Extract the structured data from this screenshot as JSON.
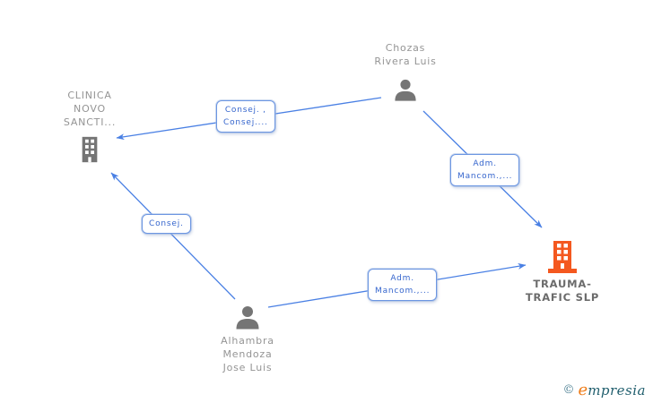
{
  "diagram": {
    "nodes": {
      "chozas": {
        "label": "Chozas\nRivera Luis",
        "type": "person"
      },
      "clinica": {
        "label": "CLINICA\nNOVO\nSANCTI...",
        "type": "company"
      },
      "trauma": {
        "label": "TRAUMA-\nTRAFIC SLP",
        "type": "company",
        "highlighted": true
      },
      "alhambra": {
        "label": "Alhambra\nMendoza\nJose Luis",
        "type": "person"
      }
    },
    "edges": [
      {
        "from": "chozas",
        "to": "clinica",
        "label": "Consej. ,\nConsej...."
      },
      {
        "from": "chozas",
        "to": "trauma",
        "label": "Adm.\nMancom.,..."
      },
      {
        "from": "alhambra",
        "to": "clinica",
        "label": "Consej."
      },
      {
        "from": "alhambra",
        "to": "trauma",
        "label": "Adm.\nMancom.,..."
      }
    ],
    "colors": {
      "edge_blue": "#4a80e4",
      "icon_gray": "#757575",
      "highlight_orange": "#f4581f",
      "node_label_gray": "#949494",
      "edge_label_blue": "#3565cd"
    }
  },
  "footer": {
    "copyright": "©",
    "brand_initial": "e",
    "brand_rest": "mpresia"
  }
}
